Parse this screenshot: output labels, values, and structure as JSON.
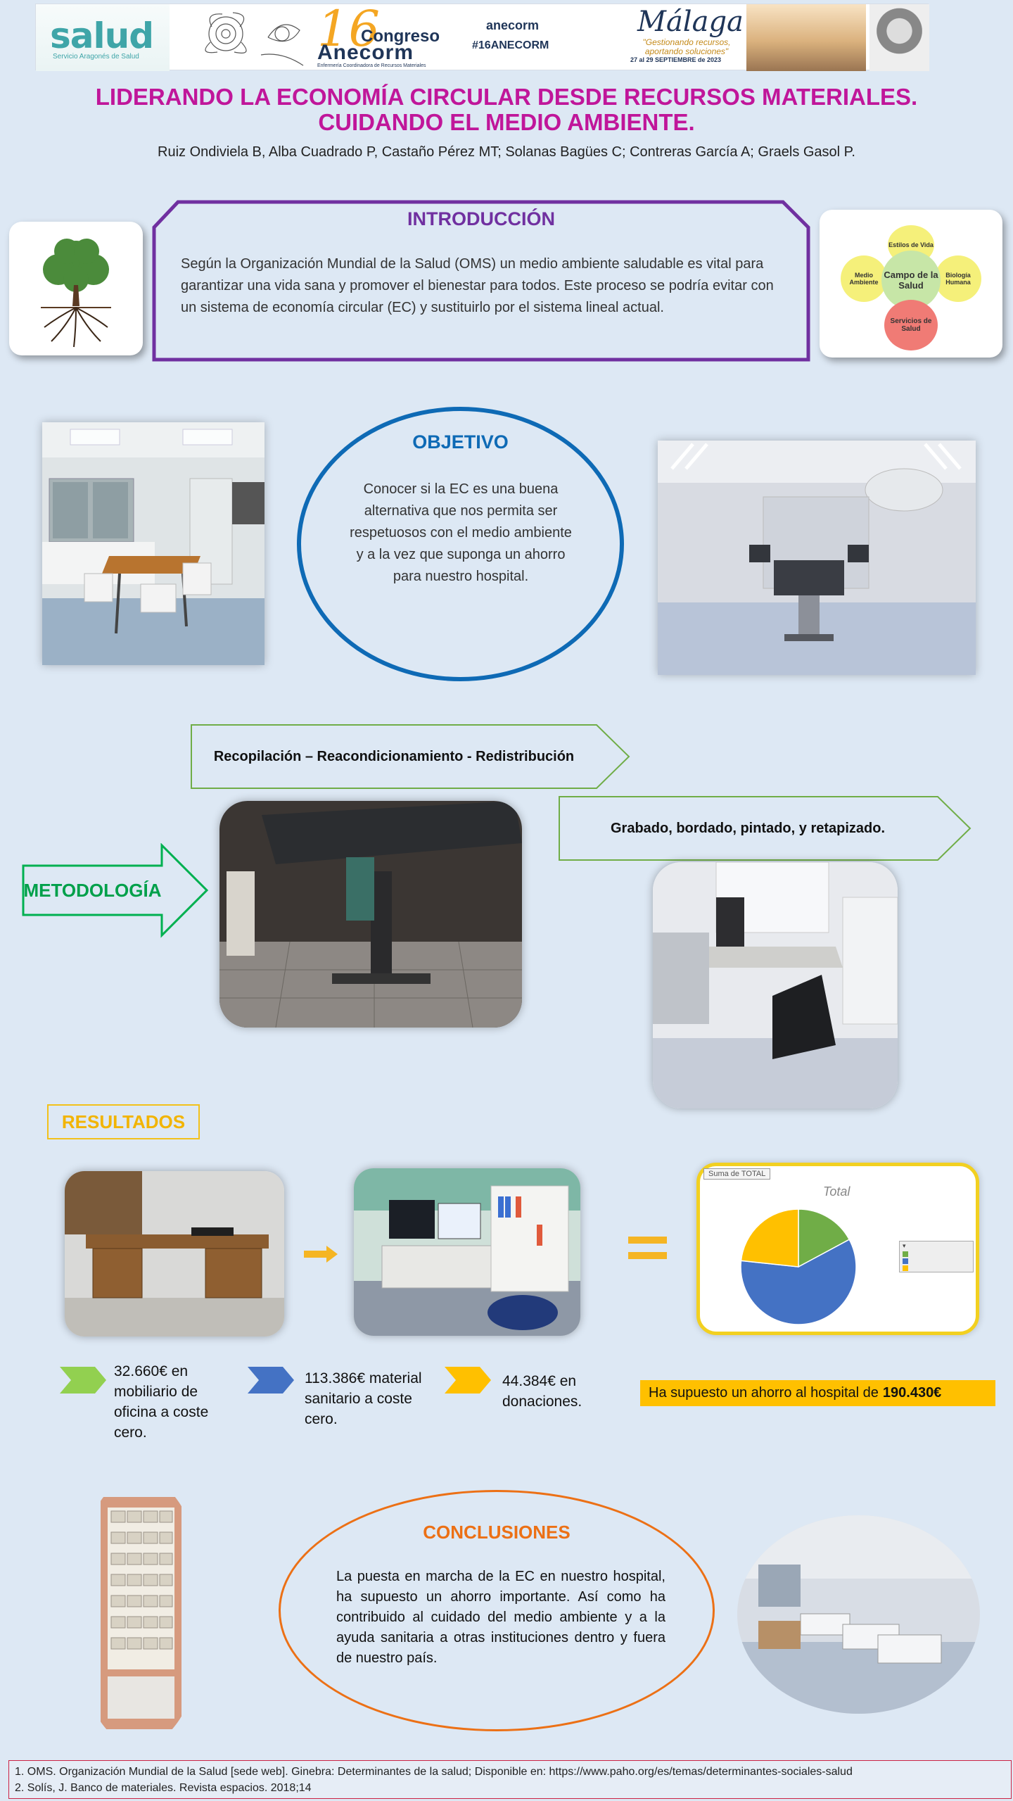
{
  "banner": {
    "salud_logo": "salud",
    "salud_sub": "Servicio Aragonés de Salud",
    "number": "16",
    "congreso": "Congreso",
    "anecorm": "Anecorm",
    "anecorm_sub": "Enfermería Coordinadora de Recursos Materiales",
    "logo2": "anecorm",
    "hashtag": "#16ANECORM",
    "city": "Málaga",
    "quote": "\"Gestionando recursos, aportando soluciones\"",
    "dates": "27 al 29 SEPTIEMBRE de 2023"
  },
  "title_line1": "LIDERANDO LA ECONOMÍA CIRCULAR DESDE RECURSOS MATERIALES.",
  "title_line2": "CUIDANDO EL MEDIO AMBIENTE.",
  "authors": "Ruiz Ondiviela B, Alba Cuadrado P, Castaño Pérez MT; Solanas Bagües C; Contreras García A; Graels Gasol P.",
  "intro": {
    "title": "INTRODUCCIÓN",
    "text": "Según la Organización Mundial de la Salud (OMS) un medio ambiente saludable es vital para garantizar una vida sana y promover el bienestar para todos. Este proceso se podría evitar con un sistema de economía circular (EC) y sustituirlo por el sistema lineal actual."
  },
  "venn": {
    "center": "Campo de la Salud",
    "top": "Estilos de Vida",
    "left": "Medio Ambiente",
    "right": "Biología Humana",
    "bottom": "Servicios de Salud"
  },
  "objetivo": {
    "title": "OBJETIVO",
    "text": "Conocer si la EC es una buena alternativa que nos permita ser respetuosos con el medio ambiente y a la vez que suponga un ahorro para nuestro hospital."
  },
  "metodologia": {
    "label": "METODOLOGÍA",
    "step1": "Recopilación – Reacondicionamiento - Redistribución",
    "step2": "Grabado, bordado, pintado, y retapizado."
  },
  "resultados": {
    "title": "RESULTADOS",
    "chart_tag": "Suma de TOTAL",
    "chart_title": "Total",
    "item1": "32.660€ en mobiliario de oficina a coste cero.",
    "item2": "113.386€ material sanitario a coste cero.",
    "item3": "44.384€ en donaciones.",
    "saving_prefix": "Ha supuesto un ahorro al hospital de",
    "saving_value": "190.430€",
    "colors": {
      "green": "#70ad47",
      "blue": "#4472c4",
      "yellow": "#ffc000"
    }
  },
  "chart_data": {
    "type": "pie",
    "title": "Total",
    "values": [
      32660,
      113386,
      44384
    ],
    "colors": [
      "#70ad47",
      "#4472c4",
      "#ffc000"
    ]
  },
  "conclusiones": {
    "title": "CONCLUSIONES",
    "text": "La puesta en marcha de la EC en nuestro hospital, ha supuesto un ahorro importante. Así como ha contribuido al cuidado del medio ambiente y a la ayuda sanitaria a otras instituciones dentro y fuera de nuestro país."
  },
  "references": [
    "1. OMS. Organización Mundial de la Salud [sede web]. Ginebra: Determinantes de la salud; Disponible en: https://www.paho.org/es/temas/determinantes-sociales-salud",
    "2. Solís, J. Banco de materiales. Revista espacios. 2018;14"
  ]
}
